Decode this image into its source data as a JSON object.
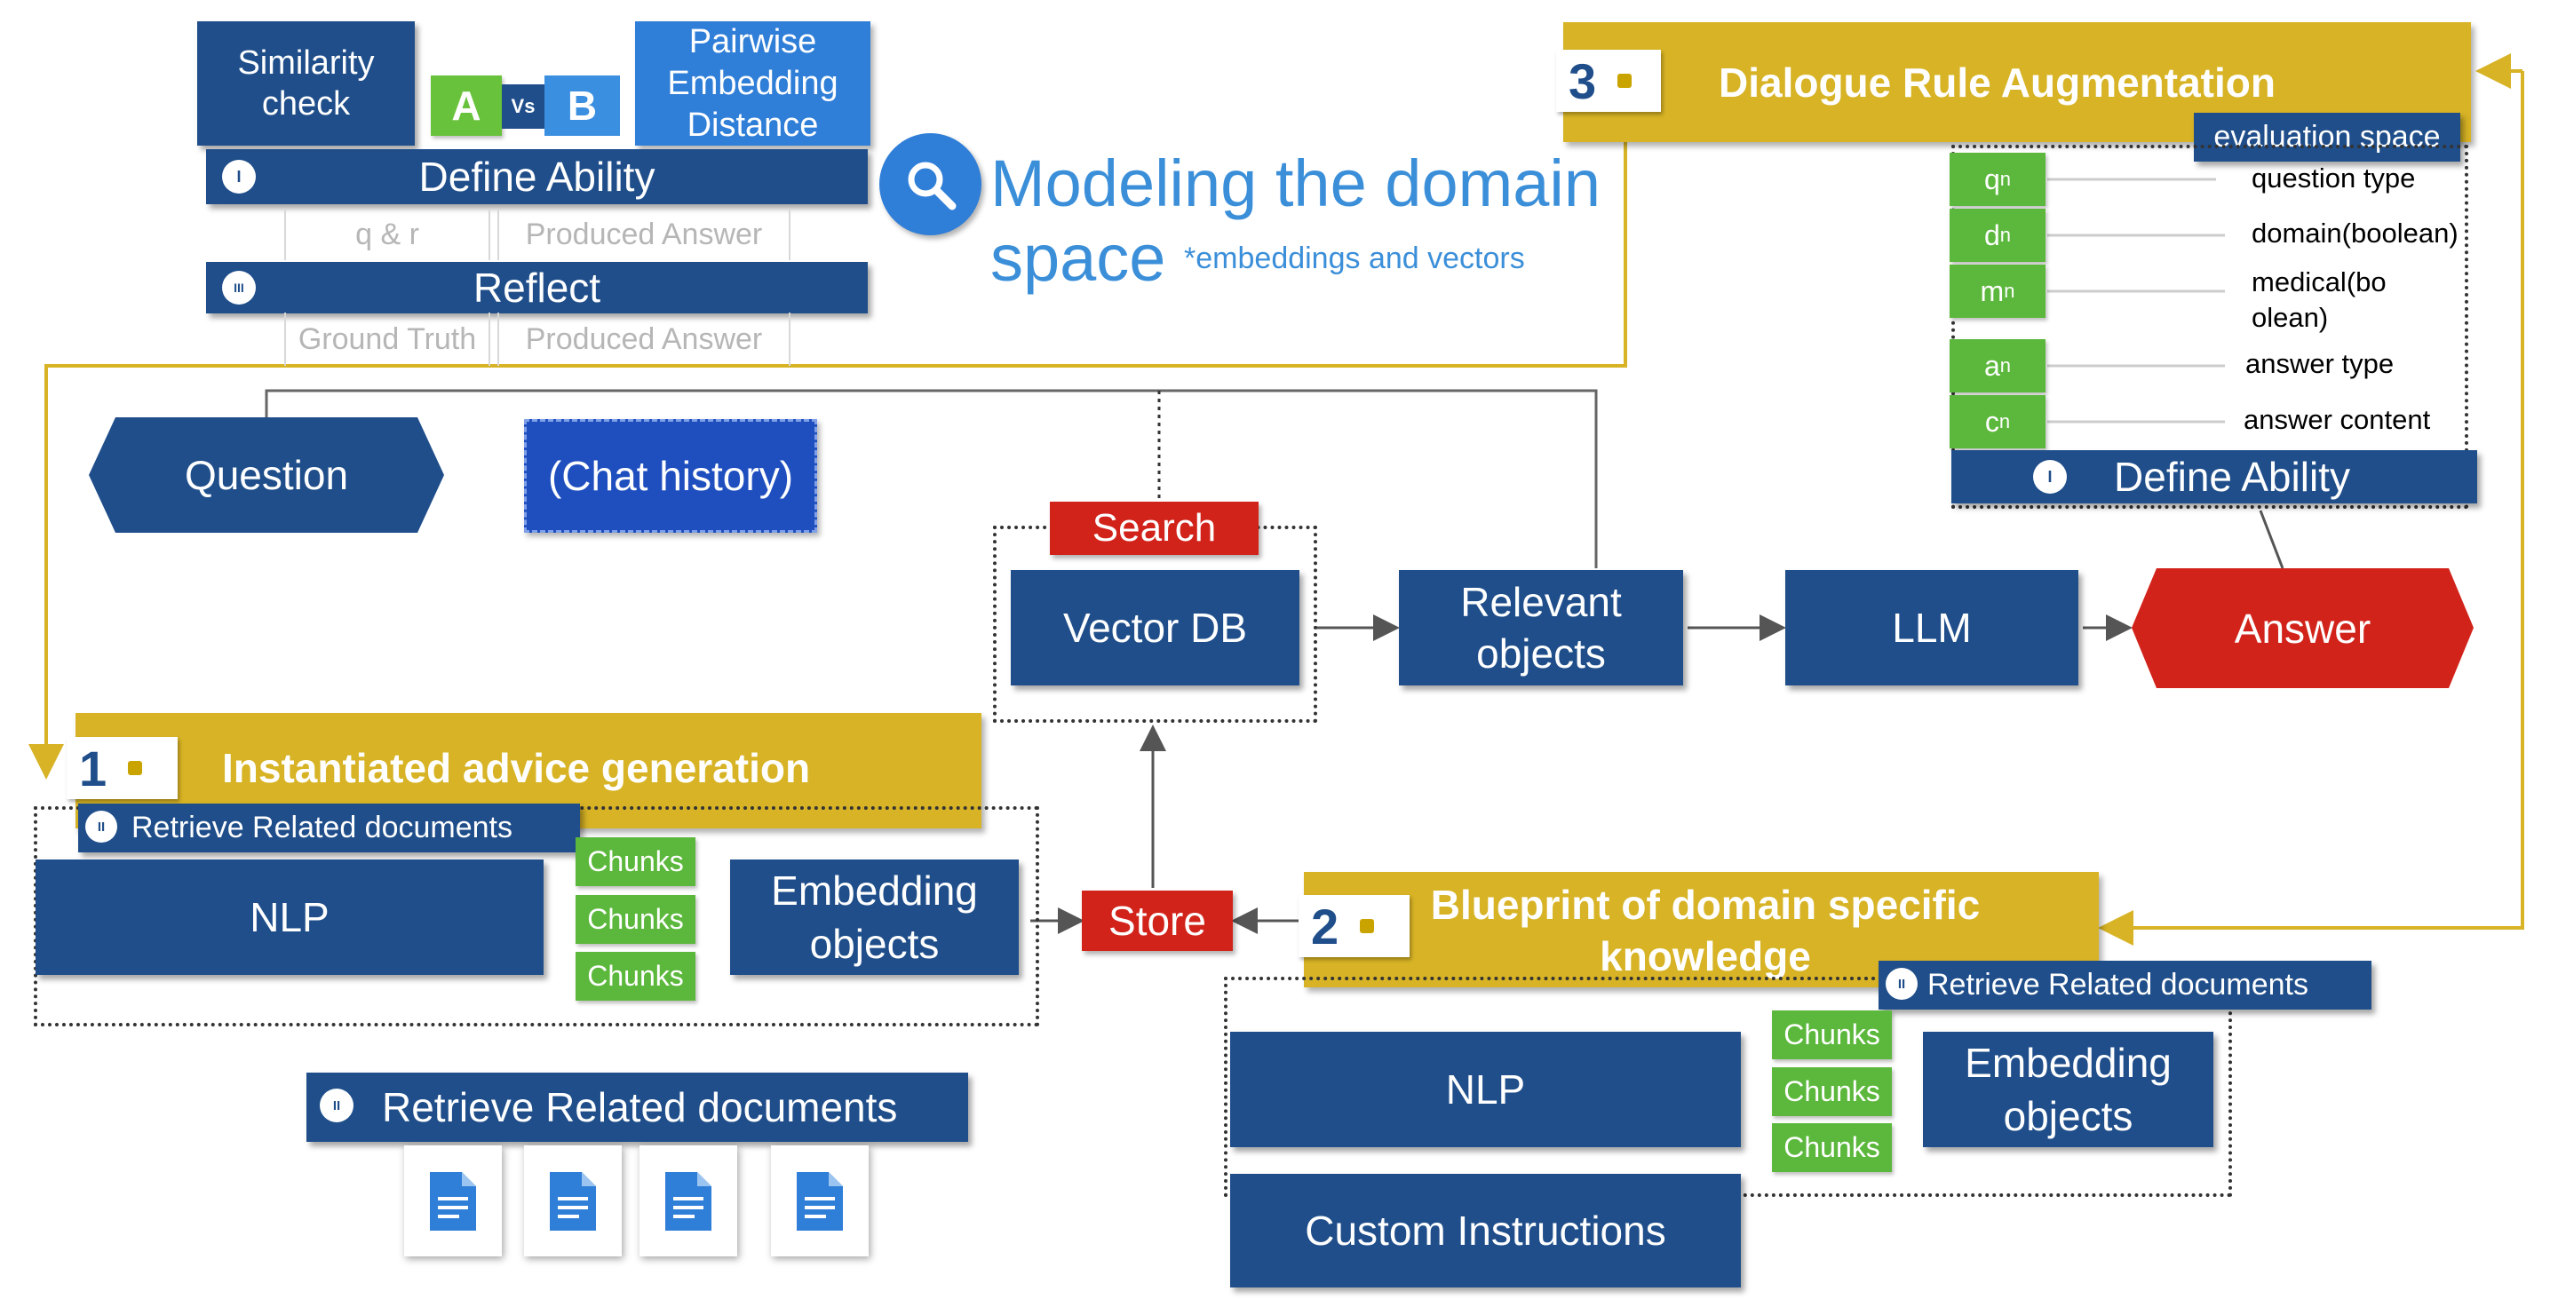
{
  "top_left": {
    "similarity_check": "Similarity check",
    "a_label": "A",
    "vs_label": "Vs",
    "b_label": "B",
    "pairwise_embedding_distance": "Pairwise Embedding Distance",
    "define_ability": {
      "numeral": "I",
      "label": "Define Ability"
    },
    "row1": {
      "left": "q & r",
      "right": "Produced Answer"
    },
    "reflect": {
      "numeral": "III",
      "label": "Reflect"
    },
    "row2": {
      "left": "Ground Truth",
      "right": "Produced Answer"
    }
  },
  "modeling": {
    "title_line1": "Modeling the domain",
    "title_line2": "space",
    "subtitle": "*embeddings and vectors",
    "icon": "search-icon"
  },
  "flow": {
    "question": "Question",
    "chat_history": "(Chat history)",
    "search": "Search",
    "vector_db": "Vector DB",
    "relevant_objects": "Relevant objects",
    "llm": "LLM",
    "answer": "Answer",
    "store": "Store"
  },
  "section1": {
    "number": "1",
    "title": "Instantiated advice generation",
    "retrieve": {
      "numeral": "II",
      "label": "Retrieve Related documents"
    },
    "nlp": "NLP",
    "chunks": [
      "Chunks",
      "Chunks",
      "Chunks"
    ],
    "embedding": "Embedding objects"
  },
  "bottom_retrieve": {
    "numeral": "II",
    "label": "Retrieve Related documents",
    "doc_icons": [
      "document-icon",
      "document-icon",
      "document-icon",
      "document-icon"
    ]
  },
  "section2": {
    "number": "2",
    "title_line1": "Blueprint of domain specific",
    "title_line2": "knowledge",
    "retrieve": {
      "numeral": "II",
      "label": "Retrieve Related documents"
    },
    "nlp": "NLP",
    "chunks": [
      "Chunks",
      "Chunks",
      "Chunks"
    ],
    "embedding": "Embedding objects",
    "custom_instructions": "Custom Instructions"
  },
  "section3": {
    "number": "3",
    "title": "Dialogue Rule Augmentation",
    "evaluation_space": "evaluation space",
    "variables": [
      {
        "symbol": "q",
        "sub": "n",
        "label": "question type"
      },
      {
        "symbol": "d",
        "sub": "n",
        "label": "domain(boolean)"
      },
      {
        "symbol": "m",
        "sub": "n",
        "label": "medical(bo olean)"
      },
      {
        "symbol": "a",
        "sub": "n",
        "label": "answer type"
      },
      {
        "symbol": "c",
        "sub": "n",
        "label": "answer content"
      }
    ],
    "define_ability": {
      "numeral": "I",
      "label": "Define Ability"
    }
  },
  "colors": {
    "blue": "#1f4e8a",
    "gold": "#d7b325",
    "green": "#5cb83c",
    "red": "#d2231b",
    "light_blue_text": "#3b8fd9",
    "chat_history": "#1f4fbf"
  }
}
